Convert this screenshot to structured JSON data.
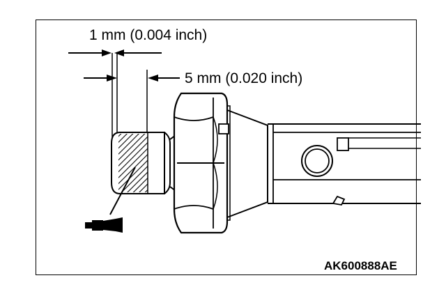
{
  "dimensions": {
    "outer": "1 mm (0.004 inch)",
    "inner": "5 mm (0.020 inch)"
  },
  "figure_id": "AK600888AE",
  "icons": [
    "sealant-tube-icon"
  ],
  "colors": {
    "line": "#000000",
    "background": "#ffffff"
  }
}
